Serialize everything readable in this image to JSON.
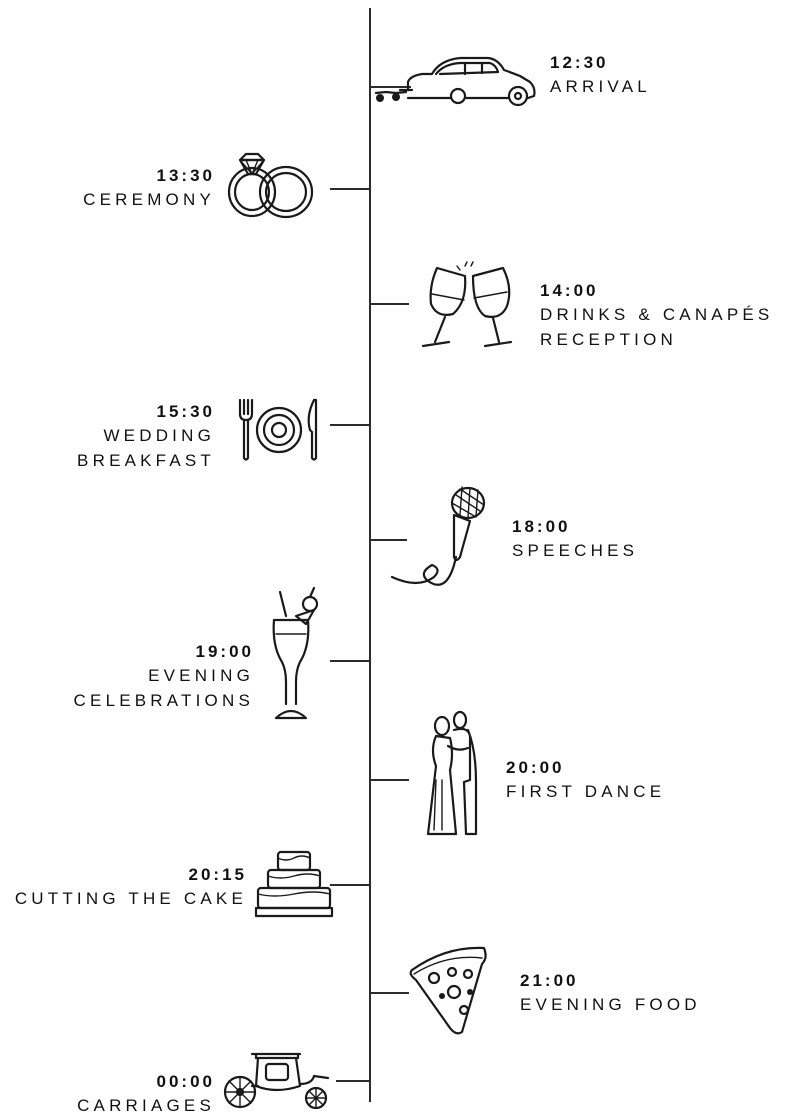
{
  "timeline": {
    "events": [
      {
        "time": "12:30",
        "label_lines": [
          "ARRIVAL"
        ],
        "icon": "vintage-car-icon"
      },
      {
        "time": "13:30",
        "label_lines": [
          "CEREMONY"
        ],
        "icon": "wedding-rings-icon"
      },
      {
        "time": "14:00",
        "label_lines": [
          "DRINKS & CANAPÉS",
          "RECEPTION"
        ],
        "icon": "champagne-toast-icon"
      },
      {
        "time": "15:30",
        "label_lines": [
          "WEDDING",
          "BREAKFAST"
        ],
        "icon": "plate-cutlery-icon"
      },
      {
        "time": "18:00",
        "label_lines": [
          "SPEECHES"
        ],
        "icon": "microphone-icon"
      },
      {
        "time": "19:00",
        "label_lines": [
          "EVENING",
          "CELEBRATIONS"
        ],
        "icon": "cocktail-icon"
      },
      {
        "time": "20:00",
        "label_lines": [
          "FIRST DANCE"
        ],
        "icon": "dancing-couple-icon"
      },
      {
        "time": "20:15",
        "label_lines": [
          "CUTTING THE CAKE"
        ],
        "icon": "wedding-cake-icon"
      },
      {
        "time": "21:00",
        "label_lines": [
          "EVENING FOOD"
        ],
        "icon": "pizza-slice-icon"
      },
      {
        "time": "00:00",
        "label_lines": [
          "CARRIAGES"
        ],
        "icon": "horse-carriage-icon"
      }
    ]
  }
}
